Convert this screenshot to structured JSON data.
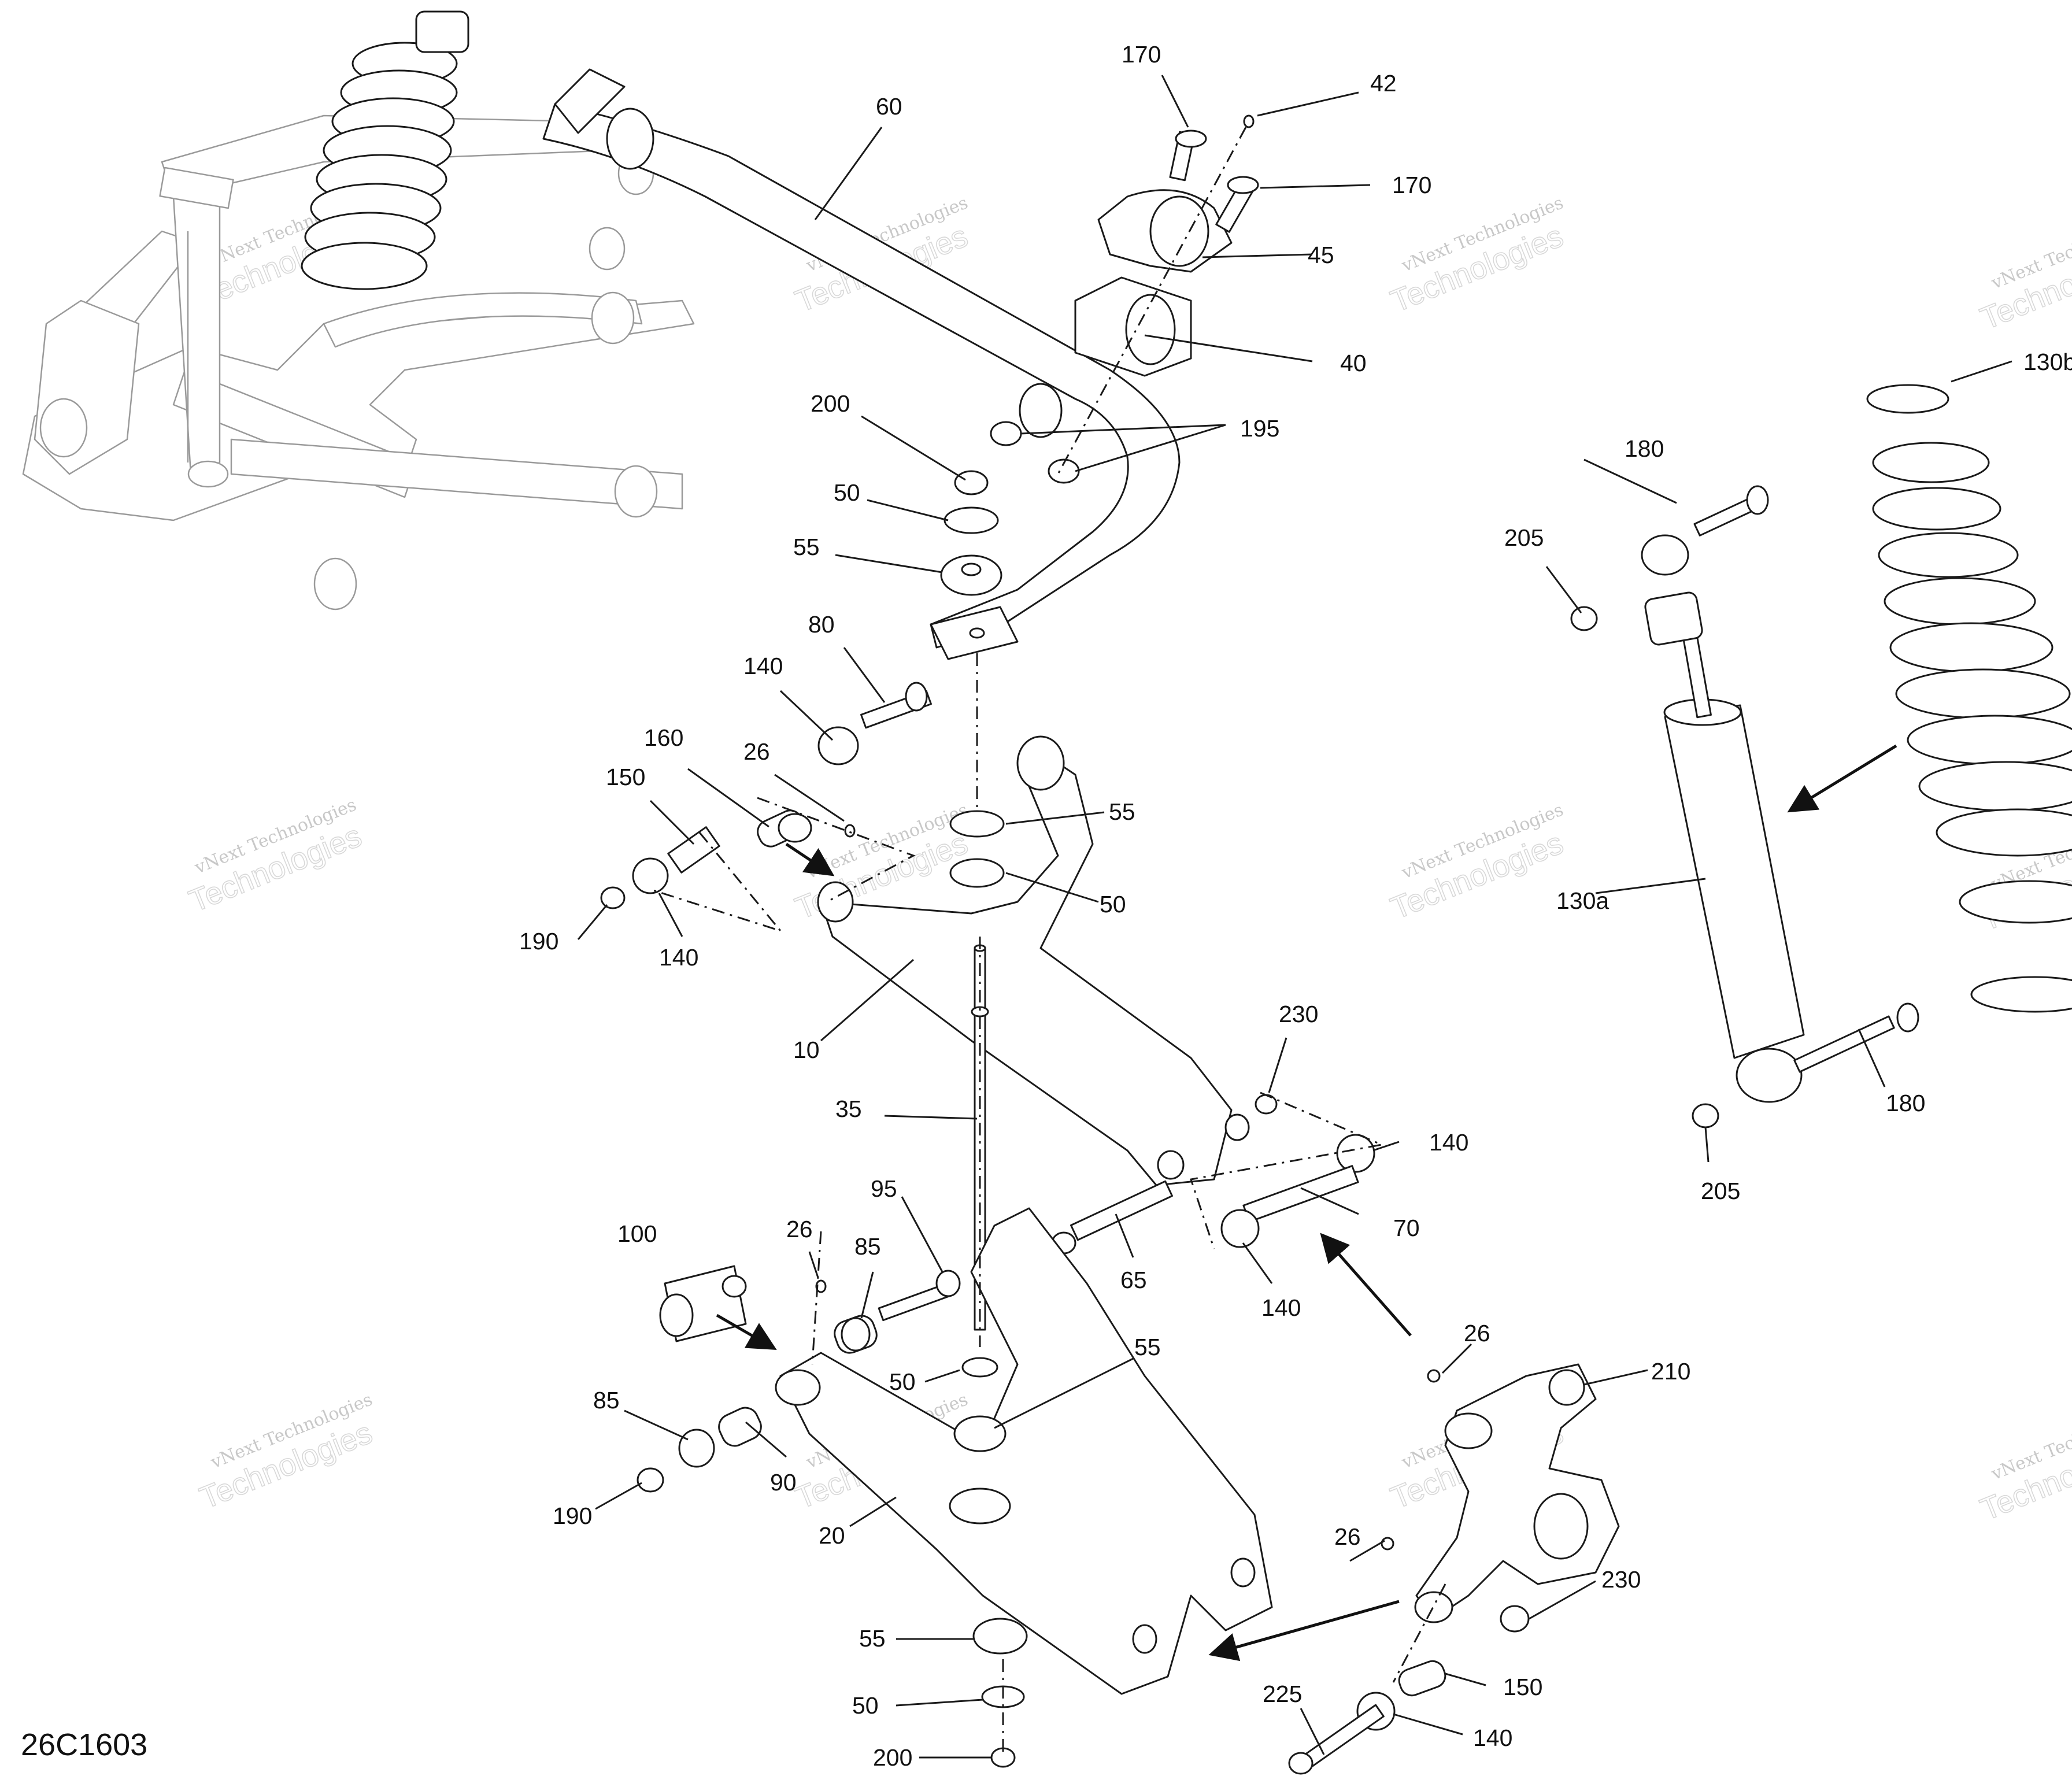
{
  "diagram_id": "26C1603",
  "watermark": {
    "line1": "vNext Technologies",
    "line2": "vNext",
    "line3": "Technologies"
  },
  "callouts": [
    "170",
    "42",
    "60",
    "170",
    "45",
    "40",
    "195",
    "200",
    "50",
    "55",
    "80",
    "140",
    "160",
    "26",
    "150",
    "55",
    "50",
    "190",
    "140",
    "10",
    "230",
    "35",
    "140",
    "70",
    "65",
    "140",
    "95",
    "100",
    "26",
    "85",
    "55",
    "50",
    "85",
    "190",
    "90",
    "20",
    "26",
    "210",
    "26",
    "230",
    "55",
    "50",
    "150",
    "225",
    "140",
    "200",
    "180",
    "205",
    "130b",
    "130a",
    "180",
    "205"
  ]
}
